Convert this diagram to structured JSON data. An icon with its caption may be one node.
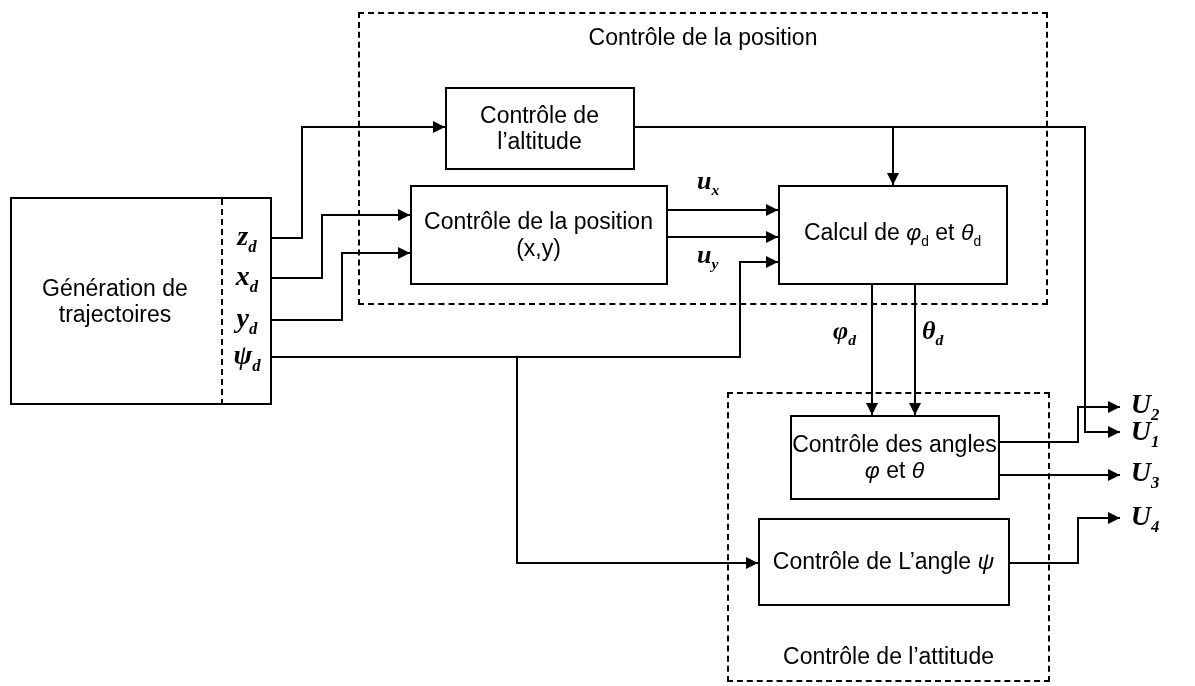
{
  "diagram": {
    "nodes": [
      {
        "text": [
          "Génération de trajectoires"
        ]
      },
      {
        "text": [
          "z$_{d}$"
        ],
        "in": 0
      },
      {
        "text": [
          "x$_{d}$"
        ],
        "in": 0
      },
      {
        "text": [
          "y$_{d}$"
        ],
        "in": 0
      },
      {
        "text": [
          "ψ$_{d}$"
        ],
        "in": 0
      },
      {
        "text": [
          "Contrôle de la position"
        ]
      },
      {
        "text": [
          "Contrôle de l’altitude"
        ],
        "in": 5
      },
      {
        "text": [
          "Contrôle de la position (x,y)"
        ],
        "in": 5
      },
      {
        "text": [
          "Calcul de *φ*$_{d}$ et *θ*$_{d}$"
        ],
        "in": 5
      },
      {
        "text": [
          "Contrôle de l’attitude"
        ]
      },
      {
        "text": [
          "Contrôle des angles *φ* et *θ*"
        ],
        "in": 9
      },
      {
        "text": [
          "Contrôle de L’angle *ψ*"
        ],
        "in": 9
      },
      {
        "text": [
          "U$_{1}$"
        ]
      },
      {
        "text": [
          "U$_{2}$"
        ]
      },
      {
        "text": [
          "U$_{3}$"
        ]
      },
      {
        "text": [
          "U$_{4}$"
        ]
      }
    ],
    "edges": [
      {
        "from": 1,
        "to": 6,
        "arrow": "to"
      },
      {
        "from": 2,
        "to": 7,
        "arrow": "to"
      },
      {
        "from": 3,
        "to": 7,
        "arrow": "to"
      },
      {
        "from": 4,
        "to": 8,
        "arrow": "to"
      },
      {
        "from": 4,
        "to": 11,
        "arrow": "to"
      },
      {
        "from": 6,
        "to": 8,
        "arrow": "to"
      },
      {
        "from": 6,
        "to": 12,
        "arrow": "to"
      },
      {
        "from": 7,
        "to": 8,
        "label": "u$_{x}$",
        "arrow": "to"
      },
      {
        "from": 7,
        "to": 8,
        "label": "u$_{y}$",
        "arrow": "to"
      },
      {
        "from": 8,
        "to": 10,
        "label": "φ$_{d}$",
        "arrow": "to"
      },
      {
        "from": 8,
        "to": 10,
        "label": "θ$_{d}$",
        "arrow": "to"
      },
      {
        "from": 10,
        "to": 13,
        "arrow": "to"
      },
      {
        "from": 10,
        "to": 14,
        "arrow": "to"
      },
      {
        "from": 11,
        "to": 15,
        "arrow": "to"
      }
    ]
  }
}
